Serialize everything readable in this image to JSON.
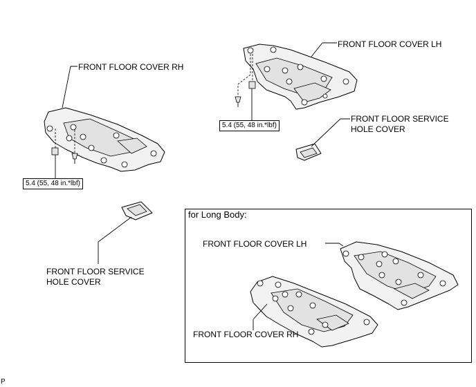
{
  "labels": {
    "cover_lh_top": "FRONT FLOOR COVER LH",
    "cover_rh_left": "FRONT FLOOR COVER RH",
    "service_cover_right_1": "FRONT FLOOR SERVICE",
    "service_cover_right_2": "HOLE COVER",
    "service_cover_left_1": "FRONT FLOOR SERVICE",
    "service_cover_left_2": "HOLE COVER",
    "torque_right": "5.4 (55, 48 in.*lbf)",
    "torque_left": "5.4 (55, 48 in.*lbf)",
    "long_body_title": "for Long Body:",
    "long_cover_lh": "FRONT FLOOR COVER LH",
    "long_cover_rh": "FRONT FLOOR COVER RH",
    "corner_mark": "P"
  }
}
